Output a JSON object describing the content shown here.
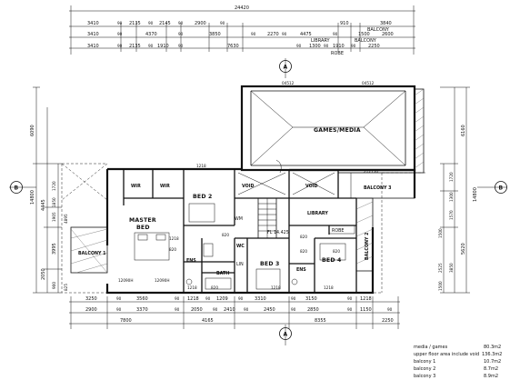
{
  "overall_top": "24420",
  "dims_row1": [
    "3410",
    "90",
    "2135",
    "90",
    "2145",
    "90",
    "2900",
    "90",
    "910",
    "3840"
  ],
  "dims_row1_labels": [
    "BALCONY"
  ],
  "dims_row2": [
    "3410",
    "90",
    "4370",
    "90",
    "3850",
    "90",
    "2270",
    "90",
    "4475",
    "90",
    "1500",
    "2600"
  ],
  "dims_row2_labels": [
    "LIBRARY",
    "BALCONY"
  ],
  "dims_row3": [
    "3410",
    "90",
    "2135",
    "90",
    "1910",
    "90",
    "7630",
    "90",
    "1300",
    "90",
    "1910",
    "90",
    "2250"
  ],
  "dims_row3_labels": [
    "ROBE"
  ],
  "rooms": {
    "games_media": "GAMES/MEDIA",
    "void1": "VOID",
    "void2": "VOID",
    "balcony3": "BALCONY 3",
    "wir1": "WIR",
    "wir2": "WIR",
    "bed2": "BED 2",
    "master_bed_line1": "MASTER",
    "master_bed_line2": "BED",
    "library": "LIBRARY",
    "robe": "ROBE",
    "balcony2": "BALCONY 2",
    "balcony1": "BALCONY 1",
    "ens1": "ENS",
    "bath": "BATH",
    "wc": "WC",
    "lin": "LIN",
    "bed3": "BED 3",
    "ens2": "ENS",
    "bed4": "BED 4",
    "wm": "WM",
    "robe_small": "ROBE",
    "fl_level": "FL 14.425"
  },
  "interior_dims": [
    "04512",
    "04512",
    "1218",
    "212750",
    "1218",
    "820",
    "820",
    "820",
    "820",
    "820",
    "820",
    "1218",
    "12090H",
    "12090H",
    "1218",
    "1218"
  ],
  "bottom_row1": [
    "3250",
    "90",
    "3560",
    "90",
    "1218",
    "90",
    "1209",
    "90",
    "3310",
    "90",
    "3150",
    "90",
    "1218"
  ],
  "bottom_row2": [
    "2900",
    "90",
    "3370",
    "90",
    "2050",
    "90",
    "2410",
    "90",
    "2450",
    "90",
    "2850",
    "90",
    "1150",
    "90"
  ],
  "bottom_row3": [
    "7800",
    "4165",
    "8355",
    "2250"
  ],
  "left_dims": [
    "6090",
    "4445",
    "14800",
    "2050",
    "3995",
    "1720",
    "1850",
    "1905",
    "900",
    "4895",
    "825"
  ],
  "right_dims": [
    "6160",
    "1720",
    "1300",
    "1570",
    "1500",
    "14800",
    "5620",
    "3850",
    "2525",
    "1500"
  ],
  "grid_marks": [
    "A",
    "A",
    "B",
    "B"
  ],
  "areas": [
    {
      "label": "media / games",
      "value": "80.3m2"
    },
    {
      "label": "upper floor area include void",
      "value": "136.3m2"
    },
    {
      "label": "balcony 1",
      "value": "10.7m2"
    },
    {
      "label": "balcony 2",
      "value": "8.7m2"
    },
    {
      "label": "balcony 3",
      "value": "8.9m2"
    }
  ]
}
